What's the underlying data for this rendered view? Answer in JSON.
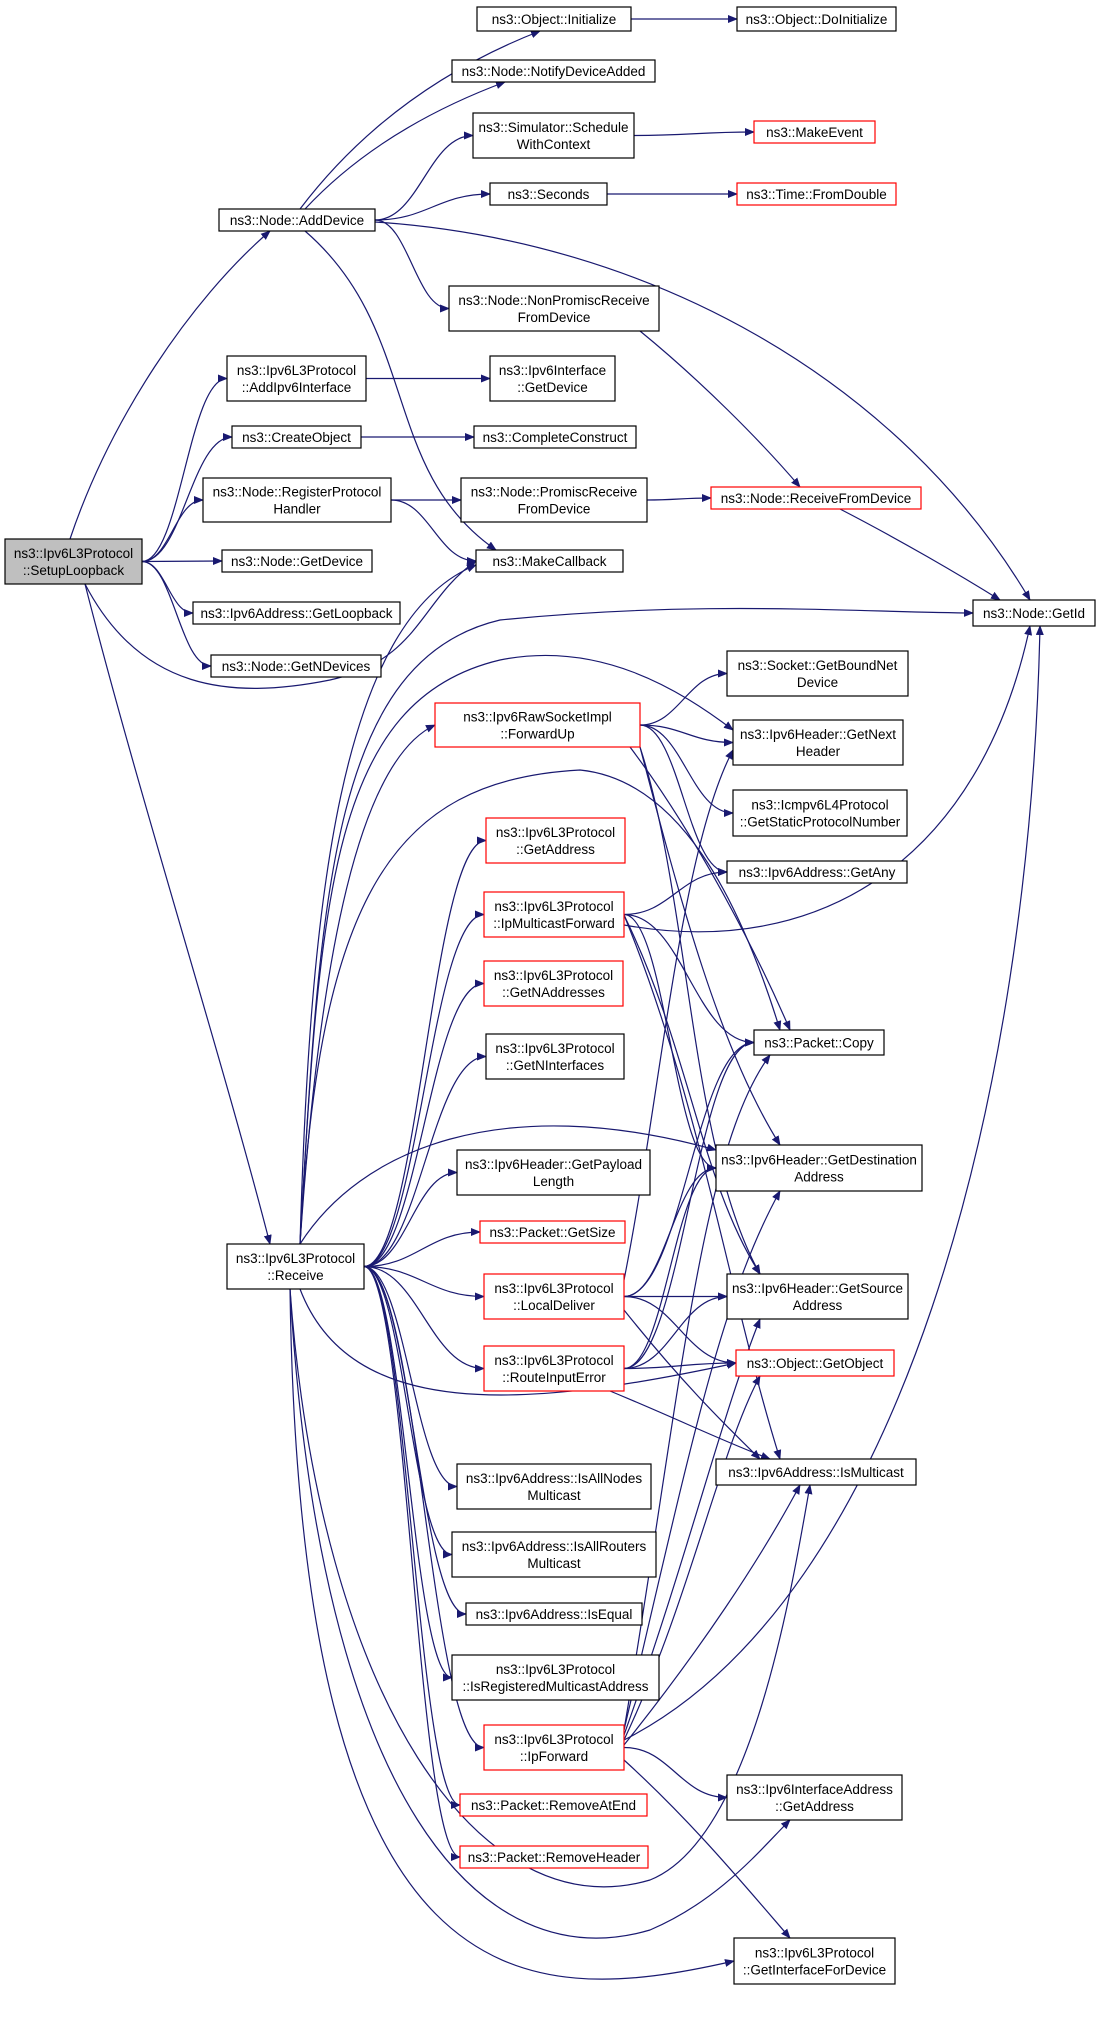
{
  "diagram": {
    "type": "call-graph",
    "colors": {
      "edge": "#191970",
      "node_border_default": "#000000",
      "node_border_red": "#ff0000",
      "root_fill": "#bfbfbf",
      "node_fill": "#ffffff"
    },
    "nodes": [
      {
        "id": "root",
        "lines": [
          "ns3::Ipv6L3Protocol",
          "::SetupLoopback"
        ],
        "style": "root"
      },
      {
        "id": "addDevice",
        "lines": [
          "ns3::Node::AddDevice"
        ],
        "style": "black"
      },
      {
        "id": "addIpv6Interface",
        "lines": [
          "ns3::Ipv6L3Protocol",
          "::AddIpv6Interface"
        ],
        "style": "black"
      },
      {
        "id": "createObject",
        "lines": [
          "ns3::CreateObject"
        ],
        "style": "black"
      },
      {
        "id": "registerProtocolHandler",
        "lines": [
          "ns3::Node::RegisterProtocol",
          "Handler"
        ],
        "style": "black"
      },
      {
        "id": "nodeGetDevice",
        "lines": [
          "ns3::Node::GetDevice"
        ],
        "style": "black"
      },
      {
        "id": "getLoopback",
        "lines": [
          "ns3::Ipv6Address::GetLoopback"
        ],
        "style": "black"
      },
      {
        "id": "getNDevices",
        "lines": [
          "ns3::Node::GetNDevices"
        ],
        "style": "black"
      },
      {
        "id": "receive",
        "lines": [
          "ns3::Ipv6L3Protocol",
          "::Receive"
        ],
        "style": "black"
      },
      {
        "id": "objectInitialize",
        "lines": [
          "ns3::Object::Initialize"
        ],
        "style": "black"
      },
      {
        "id": "notifyDeviceAdded",
        "lines": [
          "ns3::Node::NotifyDeviceAdded"
        ],
        "style": "black"
      },
      {
        "id": "scheduleWithContext",
        "lines": [
          "ns3::Simulator::Schedule",
          "WithContext"
        ],
        "style": "black"
      },
      {
        "id": "seconds",
        "lines": [
          "ns3::Seconds"
        ],
        "style": "black"
      },
      {
        "id": "nonPromiscReceive",
        "lines": [
          "ns3::Node::NonPromiscReceive",
          "FromDevice"
        ],
        "style": "black"
      },
      {
        "id": "ifaceGetDevice",
        "lines": [
          "ns3::Ipv6Interface",
          "::GetDevice"
        ],
        "style": "black"
      },
      {
        "id": "completeConstruct",
        "lines": [
          "ns3::CompleteConstruct"
        ],
        "style": "black"
      },
      {
        "id": "promiscReceive",
        "lines": [
          "ns3::Node::PromiscReceive",
          "FromDevice"
        ],
        "style": "black"
      },
      {
        "id": "makeCallback",
        "lines": [
          "ns3::MakeCallback"
        ],
        "style": "black"
      },
      {
        "id": "doInitialize",
        "lines": [
          "ns3::Object::DoInitialize"
        ],
        "style": "black"
      },
      {
        "id": "makeEvent",
        "lines": [
          "ns3::MakeEvent"
        ],
        "style": "red"
      },
      {
        "id": "fromDouble",
        "lines": [
          "ns3::Time::FromDouble"
        ],
        "style": "red"
      },
      {
        "id": "receiveFromDevice",
        "lines": [
          "ns3::Node::ReceiveFromDevice"
        ],
        "style": "red"
      },
      {
        "id": "nodeGetId",
        "lines": [
          "ns3::Node::GetId"
        ],
        "style": "black"
      },
      {
        "id": "forwardUp",
        "lines": [
          "ns3::Ipv6RawSocketImpl",
          "::ForwardUp"
        ],
        "style": "red"
      },
      {
        "id": "l3GetAddress",
        "lines": [
          "ns3::Ipv6L3Protocol",
          "::GetAddress"
        ],
        "style": "red"
      },
      {
        "id": "ipMulticastForward",
        "lines": [
          "ns3::Ipv6L3Protocol",
          "::IpMulticastForward"
        ],
        "style": "red"
      },
      {
        "id": "getNAddresses",
        "lines": [
          "ns3::Ipv6L3Protocol",
          "::GetNAddresses"
        ],
        "style": "red"
      },
      {
        "id": "getNInterfaces",
        "lines": [
          "ns3::Ipv6L3Protocol",
          "::GetNInterfaces"
        ],
        "style": "black"
      },
      {
        "id": "getPayloadLength",
        "lines": [
          "ns3::Ipv6Header::GetPayload",
          "Length"
        ],
        "style": "black"
      },
      {
        "id": "packetGetSize",
        "lines": [
          "ns3::Packet::GetSize"
        ],
        "style": "red"
      },
      {
        "id": "localDeliver",
        "lines": [
          "ns3::Ipv6L3Protocol",
          "::LocalDeliver"
        ],
        "style": "red"
      },
      {
        "id": "routeInputError",
        "lines": [
          "ns3::Ipv6L3Protocol",
          "::RouteInputError"
        ],
        "style": "red"
      },
      {
        "id": "isAllNodesMulticast",
        "lines": [
          "ns3::Ipv6Address::IsAllNodes",
          "Multicast"
        ],
        "style": "black"
      },
      {
        "id": "isAllRoutersMulticast",
        "lines": [
          "ns3::Ipv6Address::IsAllRouters",
          "Multicast"
        ],
        "style": "black"
      },
      {
        "id": "isEqual",
        "lines": [
          "ns3::Ipv6Address::IsEqual"
        ],
        "style": "black"
      },
      {
        "id": "isRegisteredMulticast",
        "lines": [
          "ns3::Ipv6L3Protocol",
          "::IsRegisteredMulticastAddress"
        ],
        "style": "black"
      },
      {
        "id": "ipForward",
        "lines": [
          "ns3::Ipv6L3Protocol",
          "::IpForward"
        ],
        "style": "red"
      },
      {
        "id": "removeAtEnd",
        "lines": [
          "ns3::Packet::RemoveAtEnd"
        ],
        "style": "red"
      },
      {
        "id": "removeHeader",
        "lines": [
          "ns3::Packet::RemoveHeader"
        ],
        "style": "red"
      },
      {
        "id": "getBoundNetDevice",
        "lines": [
          "ns3::Socket::GetBoundNet",
          "Device"
        ],
        "style": "black"
      },
      {
        "id": "getNextHeader",
        "lines": [
          "ns3::Ipv6Header::GetNext",
          "Header"
        ],
        "style": "black"
      },
      {
        "id": "getStaticProtocolNumber",
        "lines": [
          "ns3::Icmpv6L4Protocol",
          "::GetStaticProtocolNumber"
        ],
        "style": "black"
      },
      {
        "id": "getAny",
        "lines": [
          "ns3::Ipv6Address::GetAny"
        ],
        "style": "black"
      },
      {
        "id": "packetCopy",
        "lines": [
          "ns3::Packet::Copy"
        ],
        "style": "black"
      },
      {
        "id": "getDestinationAddress",
        "lines": [
          "ns3::Ipv6Header::GetDestination",
          "Address"
        ],
        "style": "black"
      },
      {
        "id": "getSourceAddress",
        "lines": [
          "ns3::Ipv6Header::GetSource",
          "Address"
        ],
        "style": "black"
      },
      {
        "id": "getObject",
        "lines": [
          "ns3::Object::GetObject"
        ],
        "style": "red"
      },
      {
        "id": "isMulticast",
        "lines": [
          "ns3::Ipv6Address::IsMulticast"
        ],
        "style": "black"
      },
      {
        "id": "ifaceAddrGetAddress",
        "lines": [
          "ns3::Ipv6InterfaceAddress",
          "::GetAddress"
        ],
        "style": "black"
      },
      {
        "id": "getInterfaceForDevice",
        "lines": [
          "ns3::Ipv6L3Protocol",
          "::GetInterfaceForDevice"
        ],
        "style": "black"
      }
    ],
    "edges": [
      [
        "root",
        "addDevice"
      ],
      [
        "root",
        "addIpv6Interface"
      ],
      [
        "root",
        "createObject"
      ],
      [
        "root",
        "registerProtocolHandler"
      ],
      [
        "root",
        "nodeGetDevice"
      ],
      [
        "root",
        "getLoopback"
      ],
      [
        "root",
        "getNDevices"
      ],
      [
        "root",
        "receive"
      ],
      [
        "root",
        "makeCallback"
      ],
      [
        "addDevice",
        "objectInitialize"
      ],
      [
        "addDevice",
        "notifyDeviceAdded"
      ],
      [
        "addDevice",
        "scheduleWithContext"
      ],
      [
        "addDevice",
        "seconds"
      ],
      [
        "addDevice",
        "nonPromiscReceive"
      ],
      [
        "addDevice",
        "makeCallback"
      ],
      [
        "addDevice",
        "nodeGetId"
      ],
      [
        "objectInitialize",
        "doInitialize"
      ],
      [
        "scheduleWithContext",
        "makeEvent"
      ],
      [
        "seconds",
        "fromDouble"
      ],
      [
        "nonPromiscReceive",
        "receiveFromDevice"
      ],
      [
        "addIpv6Interface",
        "ifaceGetDevice"
      ],
      [
        "createObject",
        "completeConstruct"
      ],
      [
        "registerProtocolHandler",
        "promiscReceive"
      ],
      [
        "registerProtocolHandler",
        "makeCallback"
      ],
      [
        "promiscReceive",
        "receiveFromDevice"
      ],
      [
        "receiveFromDevice",
        "nodeGetId"
      ],
      [
        "receive",
        "makeCallback"
      ],
      [
        "receive",
        "nodeGetId"
      ],
      [
        "receive",
        "getNextHeader"
      ],
      [
        "receive",
        "forwardUp"
      ],
      [
        "receive",
        "packetCopy"
      ],
      [
        "receive",
        "l3GetAddress"
      ],
      [
        "receive",
        "ipMulticastForward"
      ],
      [
        "receive",
        "getNAddresses"
      ],
      [
        "receive",
        "getNInterfaces"
      ],
      [
        "receive",
        "getDestinationAddress"
      ],
      [
        "receive",
        "getPayloadLength"
      ],
      [
        "receive",
        "packetGetSize"
      ],
      [
        "receive",
        "localDeliver"
      ],
      [
        "receive",
        "routeInputError"
      ],
      [
        "receive",
        "getObject"
      ],
      [
        "receive",
        "isAllNodesMulticast"
      ],
      [
        "receive",
        "isAllRoutersMulticast"
      ],
      [
        "receive",
        "isEqual"
      ],
      [
        "receive",
        "isRegisteredMulticast"
      ],
      [
        "receive",
        "ipForward"
      ],
      [
        "receive",
        "removeAtEnd"
      ],
      [
        "receive",
        "removeHeader"
      ],
      [
        "receive",
        "isMulticast"
      ],
      [
        "receive",
        "ifaceAddrGetAddress"
      ],
      [
        "receive",
        "getInterfaceForDevice"
      ],
      [
        "forwardUp",
        "getBoundNetDevice"
      ],
      [
        "forwardUp",
        "getNextHeader"
      ],
      [
        "forwardUp",
        "getStaticProtocolNumber"
      ],
      [
        "forwardUp",
        "getAny"
      ],
      [
        "forwardUp",
        "packetCopy"
      ],
      [
        "forwardUp",
        "getDestinationAddress"
      ],
      [
        "forwardUp",
        "getSourceAddress"
      ],
      [
        "ipMulticastForward",
        "getAny"
      ],
      [
        "ipMulticastForward",
        "nodeGetId"
      ],
      [
        "ipMulticastForward",
        "packetCopy"
      ],
      [
        "ipMulticastForward",
        "getDestinationAddress"
      ],
      [
        "ipMulticastForward",
        "getSourceAddress"
      ],
      [
        "ipMulticastForward",
        "isMulticast"
      ],
      [
        "localDeliver",
        "getNextHeader"
      ],
      [
        "localDeliver",
        "packetCopy"
      ],
      [
        "localDeliver",
        "getDestinationAddress"
      ],
      [
        "localDeliver",
        "getSourceAddress"
      ],
      [
        "localDeliver",
        "getObject"
      ],
      [
        "localDeliver",
        "isMulticast"
      ],
      [
        "routeInputError",
        "packetCopy"
      ],
      [
        "routeInputError",
        "getDestinationAddress"
      ],
      [
        "routeInputError",
        "getSourceAddress"
      ],
      [
        "routeInputError",
        "getObject"
      ],
      [
        "routeInputError",
        "isMulticast"
      ],
      [
        "ipForward",
        "nodeGetId"
      ],
      [
        "ipForward",
        "packetCopy"
      ],
      [
        "ipForward",
        "getDestinationAddress"
      ],
      [
        "ipForward",
        "getSourceAddress"
      ],
      [
        "ipForward",
        "getObject"
      ],
      [
        "ipForward",
        "isMulticast"
      ],
      [
        "ipForward",
        "ifaceAddrGetAddress"
      ],
      [
        "ipForward",
        "getInterfaceForDevice"
      ]
    ]
  }
}
